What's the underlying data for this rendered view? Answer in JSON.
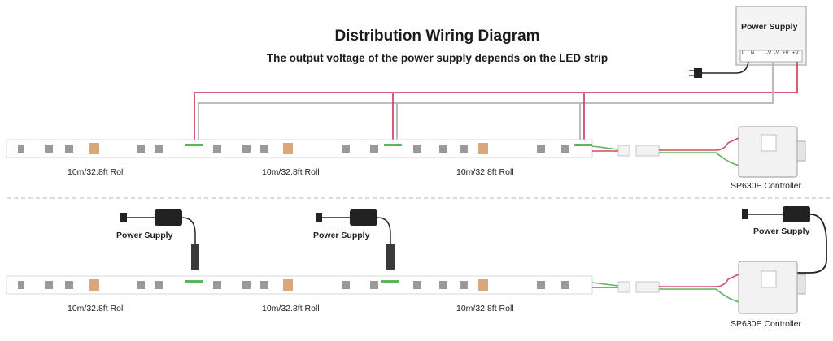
{
  "diagram": {
    "title": "Distribution Wiring Diagram",
    "subtitle": "The output voltage of the power supply depends on the LED strip",
    "top_psu": {
      "label": "Power Supply",
      "terminals": [
        "L",
        "N",
        "-V",
        "-V",
        "+V",
        "+V"
      ]
    },
    "rolls": [
      "10m/32.8ft Roll",
      "10m/32.8ft Roll",
      "10m/32.8ft Roll"
    ],
    "controller_label": "SP630E Controller",
    "bottom_psus": [
      "Power Supply",
      "Power Supply",
      "Power Supply"
    ],
    "bottom_rolls": [
      "10m/32.8ft Roll",
      "10m/32.8ft Roll",
      "10m/32.8ft Roll"
    ],
    "bottom_controller_label": "SP630E Controller",
    "colors": {
      "red_wire": "#d14a6a",
      "grey_wire": "#b5b5b5",
      "green_wire": "#5bb55b",
      "strip_copper": "#d9a77a"
    }
  }
}
